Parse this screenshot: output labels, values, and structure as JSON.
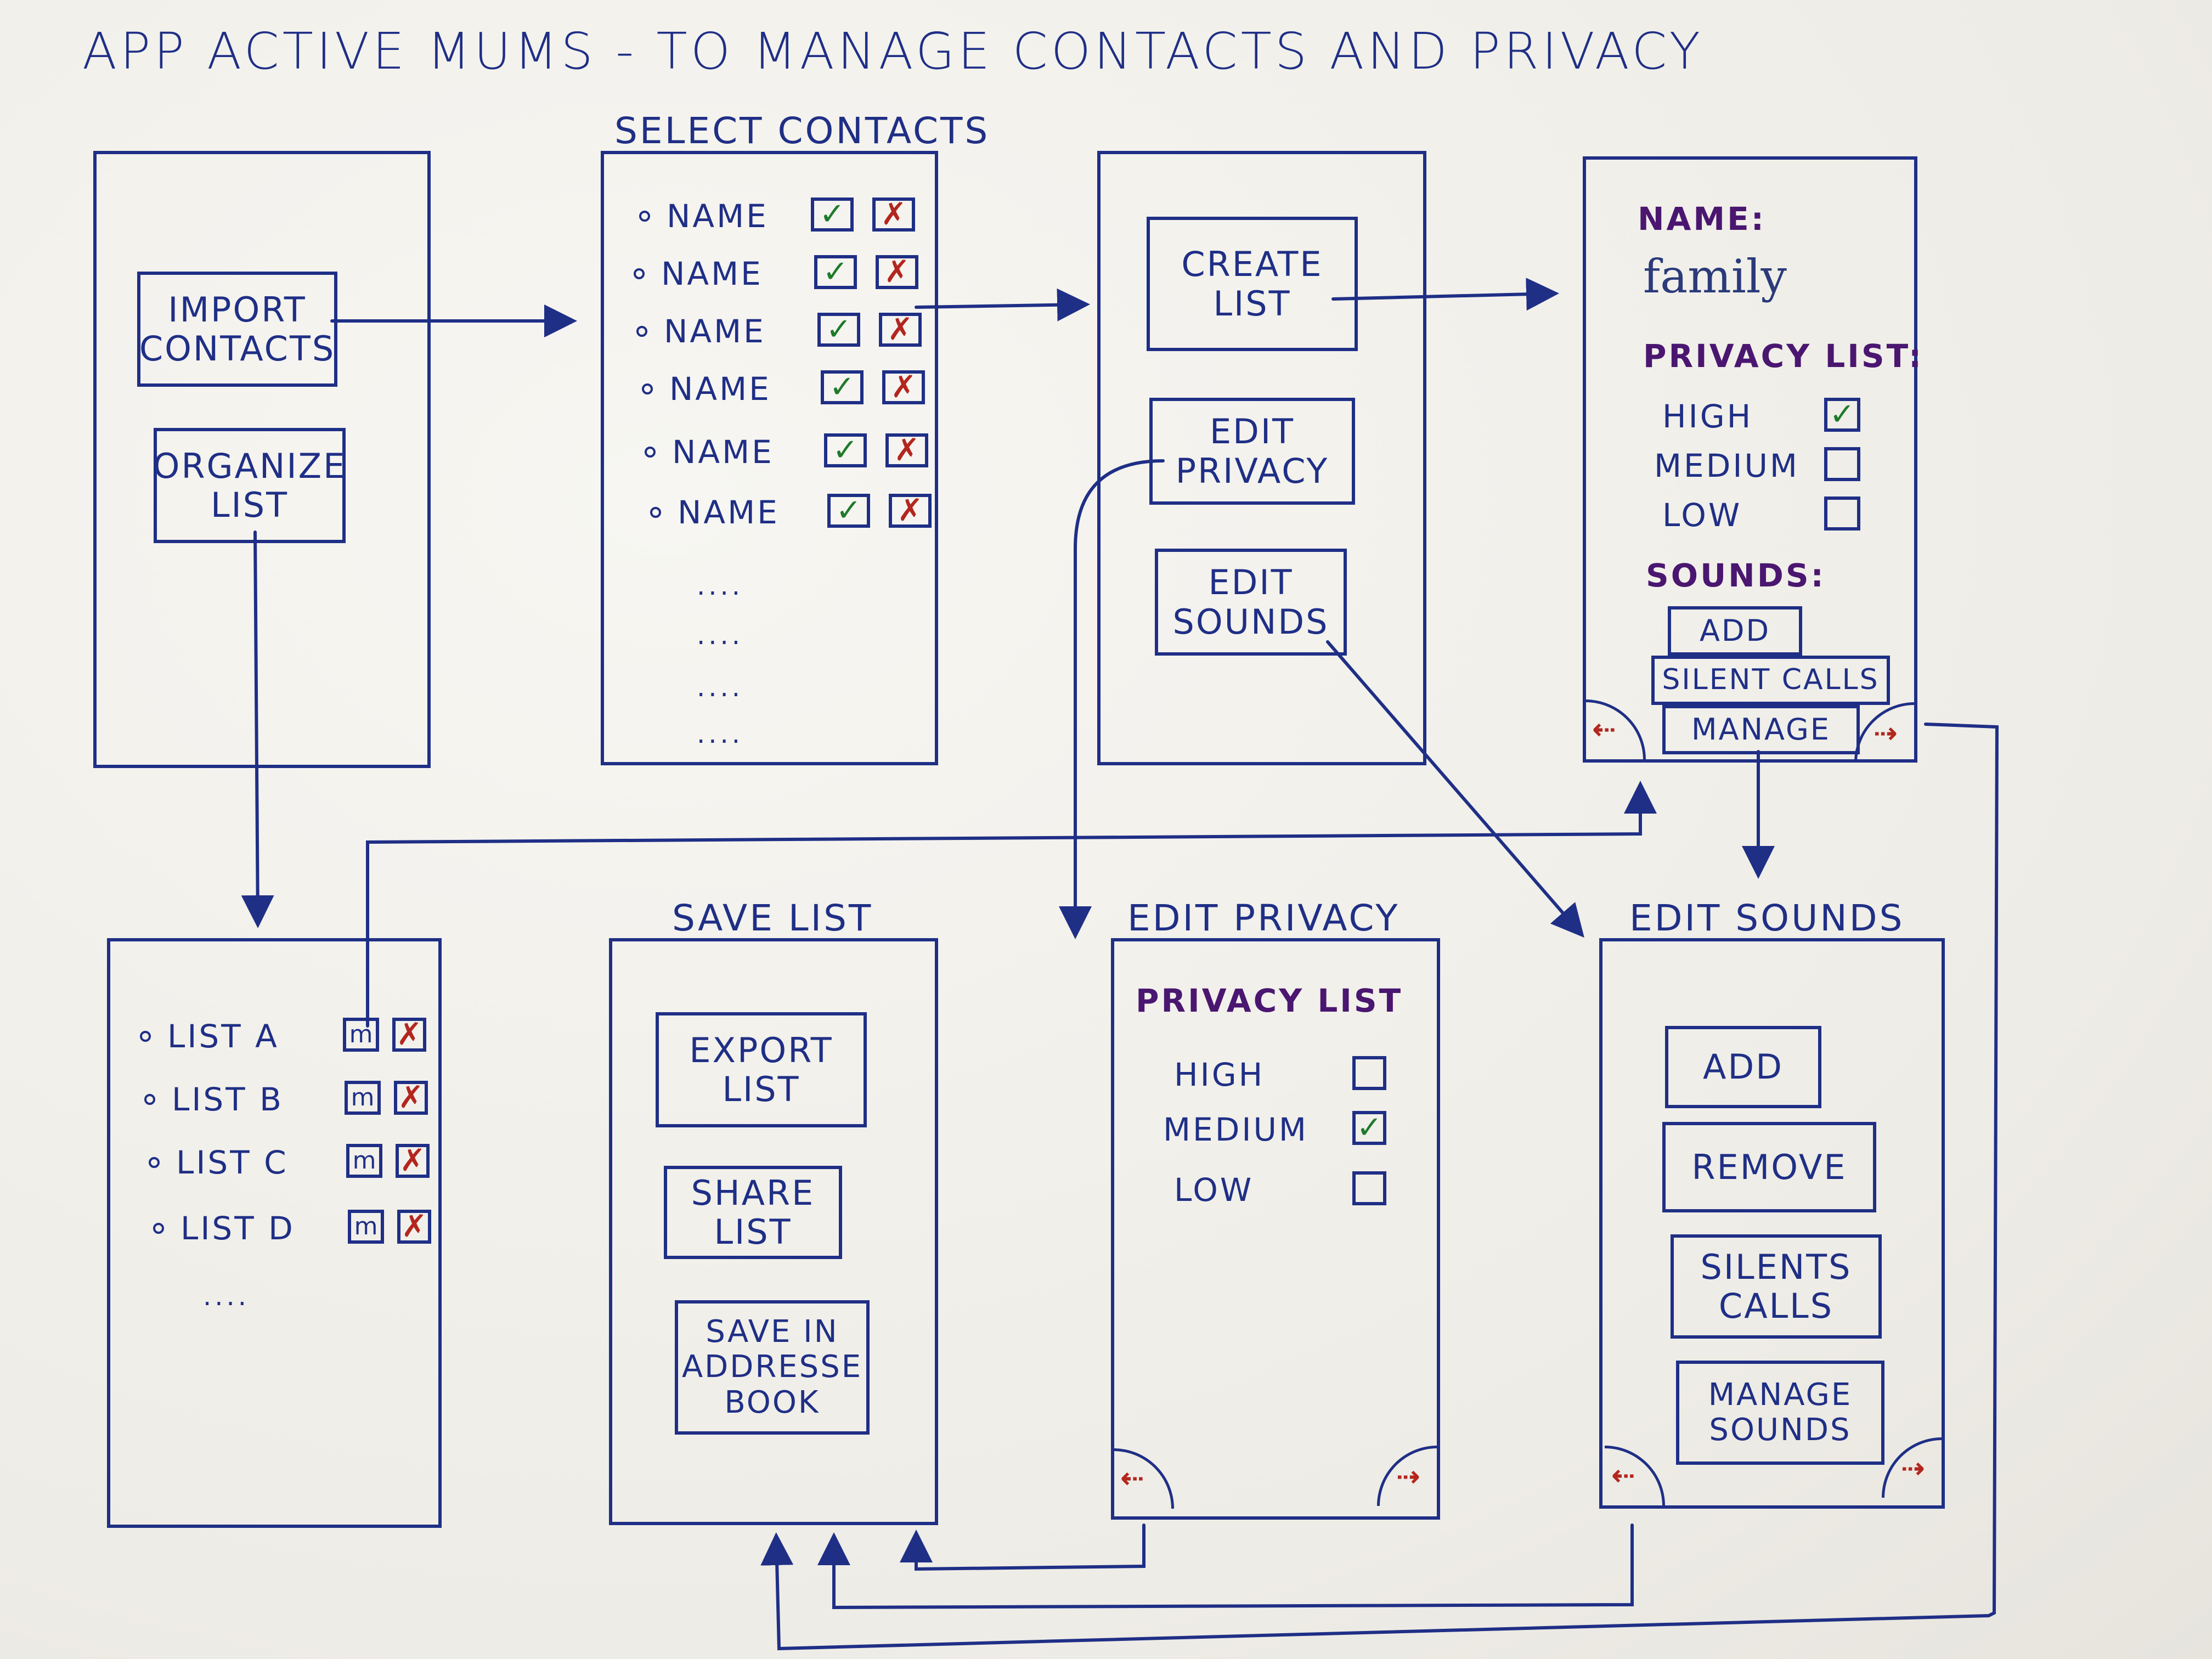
{
  "title": "APP ACTIVE MUMS - TO MANAGE CONTACTS AND PRIVACY",
  "colors": {
    "ink": "#1f2f86",
    "green_check": "#1f7a2a",
    "red_cross": "#b3261e",
    "purple_label": "#4a1670",
    "paper": "#f3f2ee"
  },
  "screen1": {
    "import_button": "IMPORT\nCONTACTS",
    "organize_button": "ORGANIZE\nLIST"
  },
  "screen2": {
    "title": "SELECT CONTACTS",
    "rows": [
      "NAME",
      "NAME",
      "NAME",
      "NAME",
      "NAME",
      "NAME"
    ],
    "accept_mark": "✓",
    "reject_mark": "✗",
    "more": [
      "....",
      "....",
      "....",
      "...."
    ]
  },
  "screen3": {
    "create_button": "CREATE\nLIST",
    "edit_privacy_button": "EDIT\nPRIVACY",
    "edit_sounds_button": "EDIT\nSOUNDS"
  },
  "screen4": {
    "name_label": "NAME:",
    "name_value": "family",
    "privacy_label": "PRIVACY LIST:",
    "levels": [
      "HIGH",
      "MEDIUM",
      "LOW"
    ],
    "checked_level": "HIGH",
    "sounds_label": "SOUNDS:",
    "sound_buttons": [
      "ADD",
      "SILENT CALLS",
      "MANAGE"
    ],
    "back_icon": "back-arrow-icon",
    "next_icon": "next-arrow-icon"
  },
  "screen5": {
    "lists": [
      "LIST A",
      "LIST B",
      "LIST C",
      "LIST D"
    ],
    "edit_mark": "m",
    "delete_mark": "✗",
    "more": "...."
  },
  "screen6": {
    "title": "SAVE LIST",
    "buttons": [
      "EXPORT\nLIST",
      "SHARE\nLIST",
      "SAVE IN\nADDRESSE\nBOOK"
    ]
  },
  "screen7": {
    "title": "EDIT PRIVACY",
    "privacy_label": "PRIVACY LIST",
    "levels": [
      "HIGH",
      "MEDIUM",
      "LOW"
    ],
    "checked_level": "MEDIUM"
  },
  "screen8": {
    "title": "EDIT SOUNDS",
    "buttons": [
      "ADD",
      "REMOVE",
      "SILENTS\nCALLS",
      "MANAGE\nSOUNDS"
    ]
  }
}
